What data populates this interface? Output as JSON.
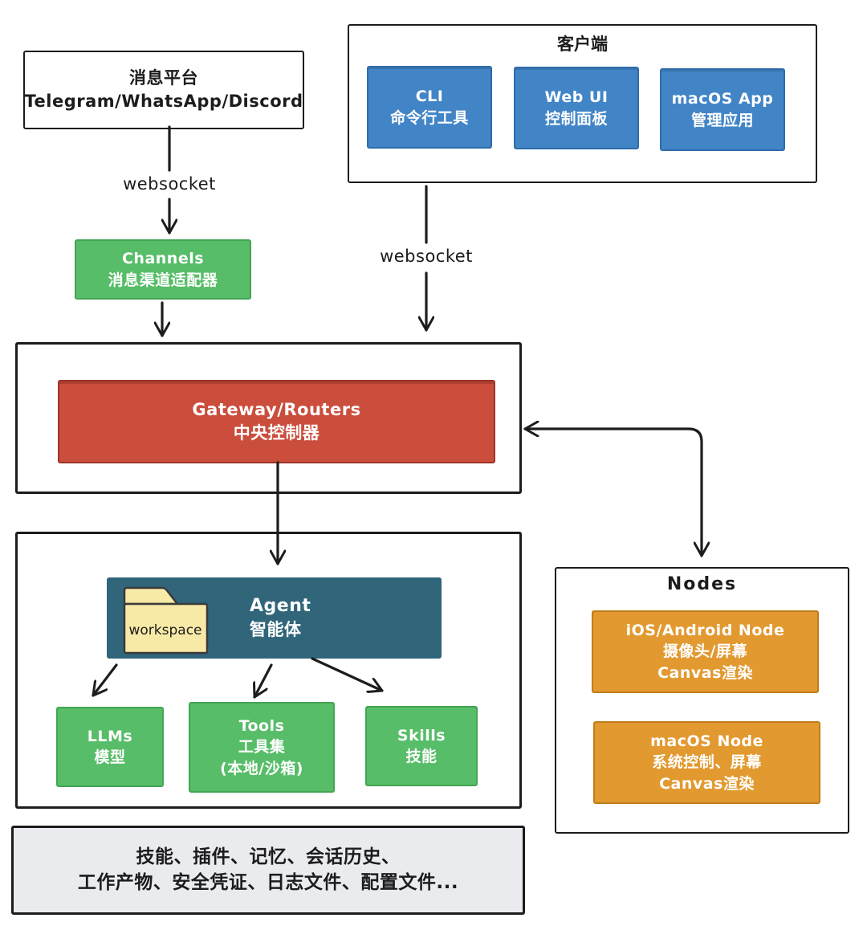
{
  "colors": {
    "blue": "#4285c7",
    "green": "#57bd68",
    "red": "#cb4d3c",
    "teal": "#30657a",
    "orange": "#e2992f",
    "folder_yellow": "#f7e9a6",
    "storage_gray": "#e9ebee",
    "line_black": "#1d1d1d"
  },
  "msg_platform": {
    "line1": "消息平台",
    "line2": "Telegram/WhatsApp/Discord"
  },
  "websocket_left_label": "websocket",
  "websocket_right_label": "websocket",
  "clients": {
    "title": "客户端",
    "items": [
      {
        "line1": "CLI",
        "line2": "命令行工具"
      },
      {
        "line1": "Web UI",
        "line2": "控制面板"
      },
      {
        "line1": "macOS App",
        "line2": "管理应用"
      }
    ]
  },
  "channels": {
    "line1": "Channels",
    "line2": "消息渠道适配器"
  },
  "gateway": {
    "line1": "Gateway/Routers",
    "line2": "中央控制器"
  },
  "agent": {
    "line1": "Agent",
    "line2": "智能体",
    "folder_label": "workspace"
  },
  "agent_children": [
    {
      "line1": "LLMs",
      "line2": "模型"
    },
    {
      "line1": "Tools",
      "line2": "工具集",
      "line3": "(本地/沙箱)"
    },
    {
      "line1": "Skills",
      "line2": "技能"
    }
  ],
  "nodes": {
    "title": "Nodes",
    "items": [
      {
        "line1": "iOS/Android Node",
        "line2": "摄像头/屏幕",
        "line3": "Canvas渲染"
      },
      {
        "line1": "macOS Node",
        "line2": "系统控制、屏幕",
        "line3": "Canvas渲染"
      }
    ]
  },
  "storage": {
    "line1": "技能、插件、记忆、会话历史、",
    "line2": "工作产物、安全凭证、日志文件、配置文件..."
  }
}
